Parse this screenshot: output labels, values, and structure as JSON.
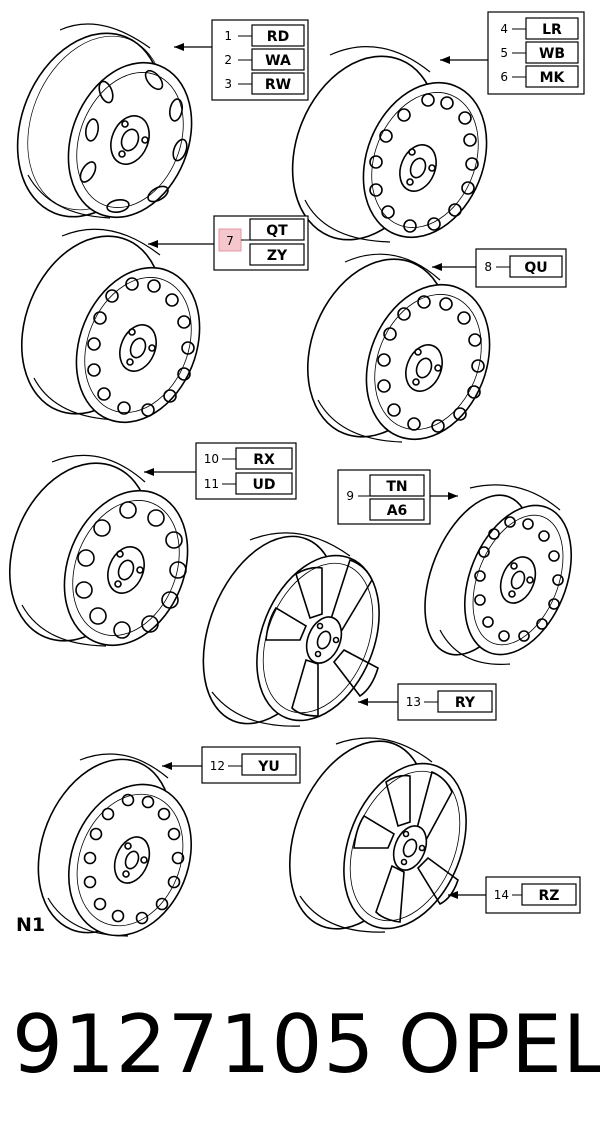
{
  "diagram": {
    "corner_label": "N1",
    "callouts": [
      {
        "group": "wheel-1",
        "index": "1",
        "code": "RD"
      },
      {
        "group": "wheel-1",
        "index": "2",
        "code": "WA"
      },
      {
        "group": "wheel-1",
        "index": "3",
        "code": "RW"
      },
      {
        "group": "wheel-2",
        "index": "4",
        "code": "LR"
      },
      {
        "group": "wheel-2",
        "index": "5",
        "code": "WB"
      },
      {
        "group": "wheel-2",
        "index": "6",
        "code": "MK"
      },
      {
        "group": "wheel-3",
        "index": "7",
        "code": "QT",
        "highlighted": true
      },
      {
        "group": "wheel-3",
        "index": "",
        "code": "ZY"
      },
      {
        "group": "wheel-4",
        "index": "8",
        "code": "QU"
      },
      {
        "group": "wheel-5",
        "index": "10",
        "code": "RX"
      },
      {
        "group": "wheel-5",
        "index": "11",
        "code": "UD"
      },
      {
        "group": "wheel-6",
        "index": "9",
        "code": "TN"
      },
      {
        "group": "wheel-6",
        "index": "",
        "code": "A6"
      },
      {
        "group": "wheel-7",
        "index": "13",
        "code": "RY"
      },
      {
        "group": "wheel-8",
        "index": "12",
        "code": "YU"
      },
      {
        "group": "wheel-9",
        "index": "14",
        "code": "RZ"
      }
    ],
    "highlight_color": "#f5c6cb",
    "line_color": "#000000"
  },
  "footer": {
    "part_number": "9127105",
    "brand": "OPEL"
  }
}
